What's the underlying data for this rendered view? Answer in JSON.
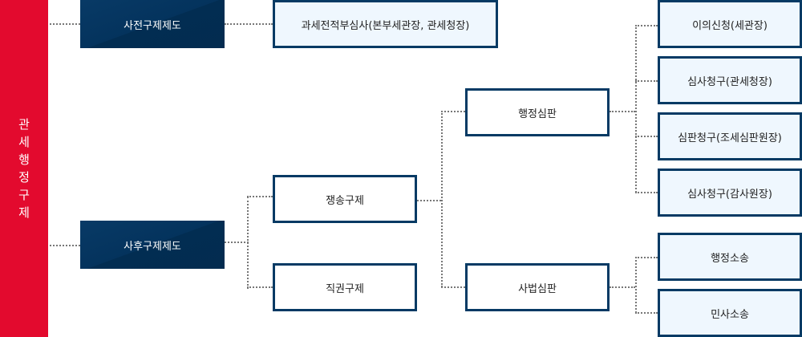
{
  "root": {
    "label": "관세행정구제"
  },
  "pre": {
    "label": "사전구제제도",
    "child": {
      "label": "과세전적부심사(본부세관장, 관세청장)"
    }
  },
  "post": {
    "label": "사후구제제도",
    "dispute": {
      "label": "쟁송구제"
    },
    "ex_officio": {
      "label": "직권구제"
    },
    "administrative": {
      "label": "행정심판",
      "items": [
        {
          "label": "이의신청(세관장)"
        },
        {
          "label": "심사청구(관세청장)"
        },
        {
          "label": "심판청구(조세심판원장)"
        },
        {
          "label": "심사청구(감사원장)"
        }
      ]
    },
    "judicial": {
      "label": "사법심판",
      "items": [
        {
          "label": "행정소송"
        },
        {
          "label": "민사소송"
        }
      ]
    }
  },
  "colors": {
    "accent_red": "#e30a2e",
    "navy": "#063a64",
    "light_fill": "#eff7fe",
    "connector": "#777777"
  }
}
